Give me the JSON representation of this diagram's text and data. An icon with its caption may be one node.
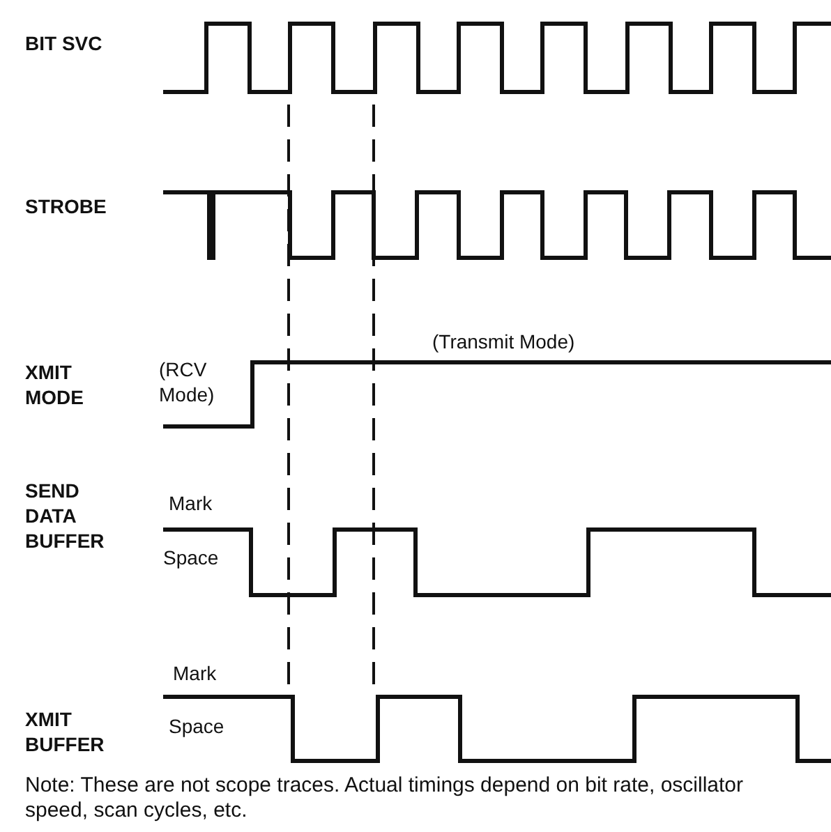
{
  "diagram": {
    "labels": [
      "BIT SVC",
      "STROBE",
      "(Transmit Mode)",
      "XMIT MODE",
      "(RCV Mode)",
      "Mark",
      "SEND DATA BUFFER",
      "Space",
      "Mark",
      "XMIT BUFFER",
      "Space",
      "Note:  These are not scope traces. Actual timings depend on bit rate, oscillator speed, scan cycles, etc."
    ]
  }
}
